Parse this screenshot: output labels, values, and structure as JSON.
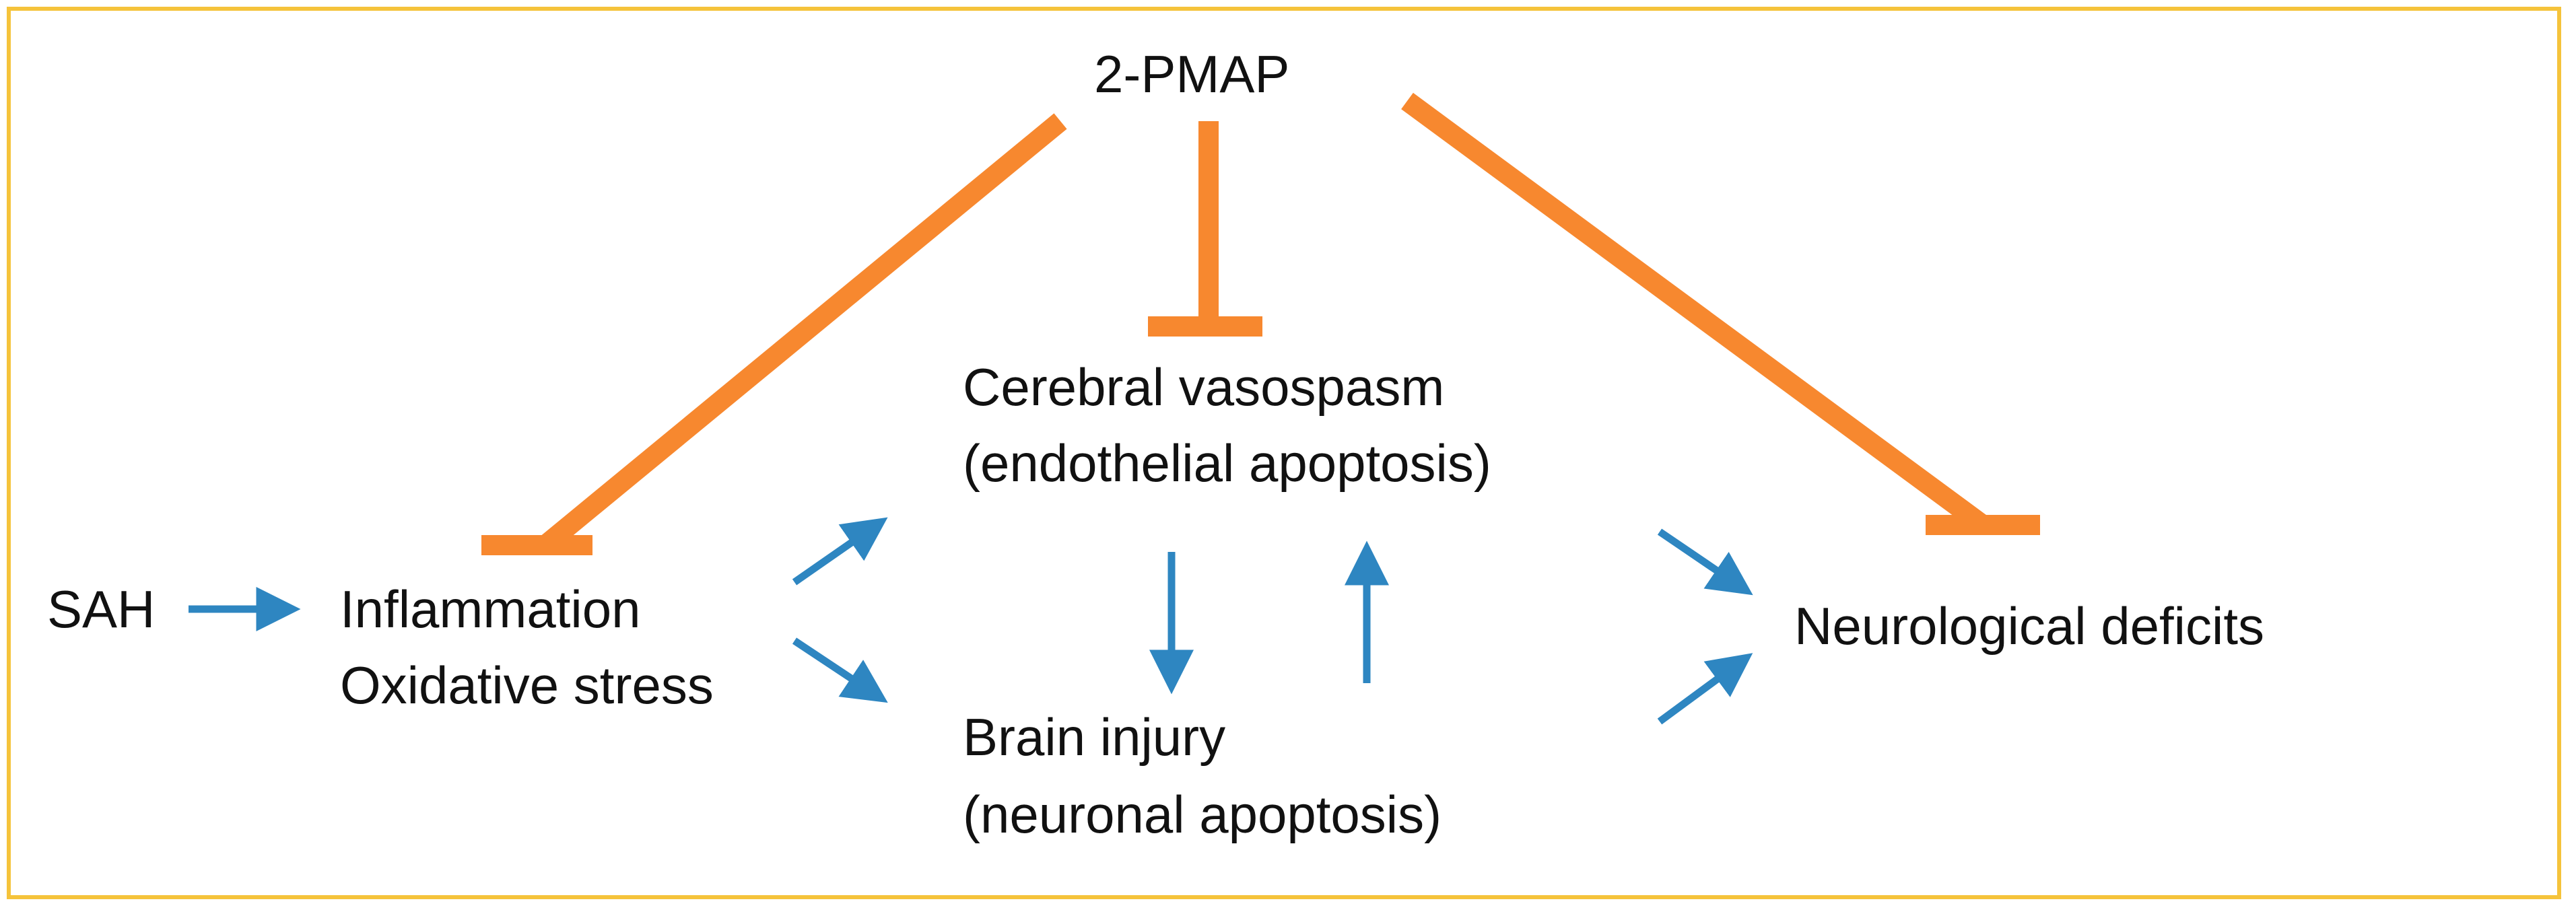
{
  "nodes": {
    "drug": "2-PMAP",
    "sah": "SAH",
    "inflammation": "Inflammation",
    "oxidative": "Oxidative stress",
    "vasospasm": "Cerebral vasospasm",
    "endothelial": "(endothelial apoptosis)",
    "brain_injury": "Brain injury",
    "neuronal": "(neuronal apoptosis)",
    "deficits": "Neurological deficits"
  },
  "colors": {
    "frame": "#F5C33B",
    "inhibit": "#F7882F",
    "arrow": "#2E86C1",
    "text": "#111111"
  },
  "relations": [
    {
      "from": "drug",
      "to": "inflammation",
      "type": "inhibits"
    },
    {
      "from": "drug",
      "to": "vasospasm",
      "type": "inhibits"
    },
    {
      "from": "drug",
      "to": "deficits",
      "type": "inhibits"
    },
    {
      "from": "sah",
      "to": "inflammation",
      "type": "activates"
    },
    {
      "from": "inflammation",
      "to": "vasospasm",
      "type": "activates"
    },
    {
      "from": "inflammation",
      "to": "brain_injury",
      "type": "activates"
    },
    {
      "from": "vasospasm",
      "to": "brain_injury",
      "type": "activates"
    },
    {
      "from": "brain_injury",
      "to": "vasospasm",
      "type": "activates"
    },
    {
      "from": "vasospasm",
      "to": "deficits",
      "type": "activates"
    },
    {
      "from": "brain_injury",
      "to": "deficits",
      "type": "activates"
    }
  ]
}
